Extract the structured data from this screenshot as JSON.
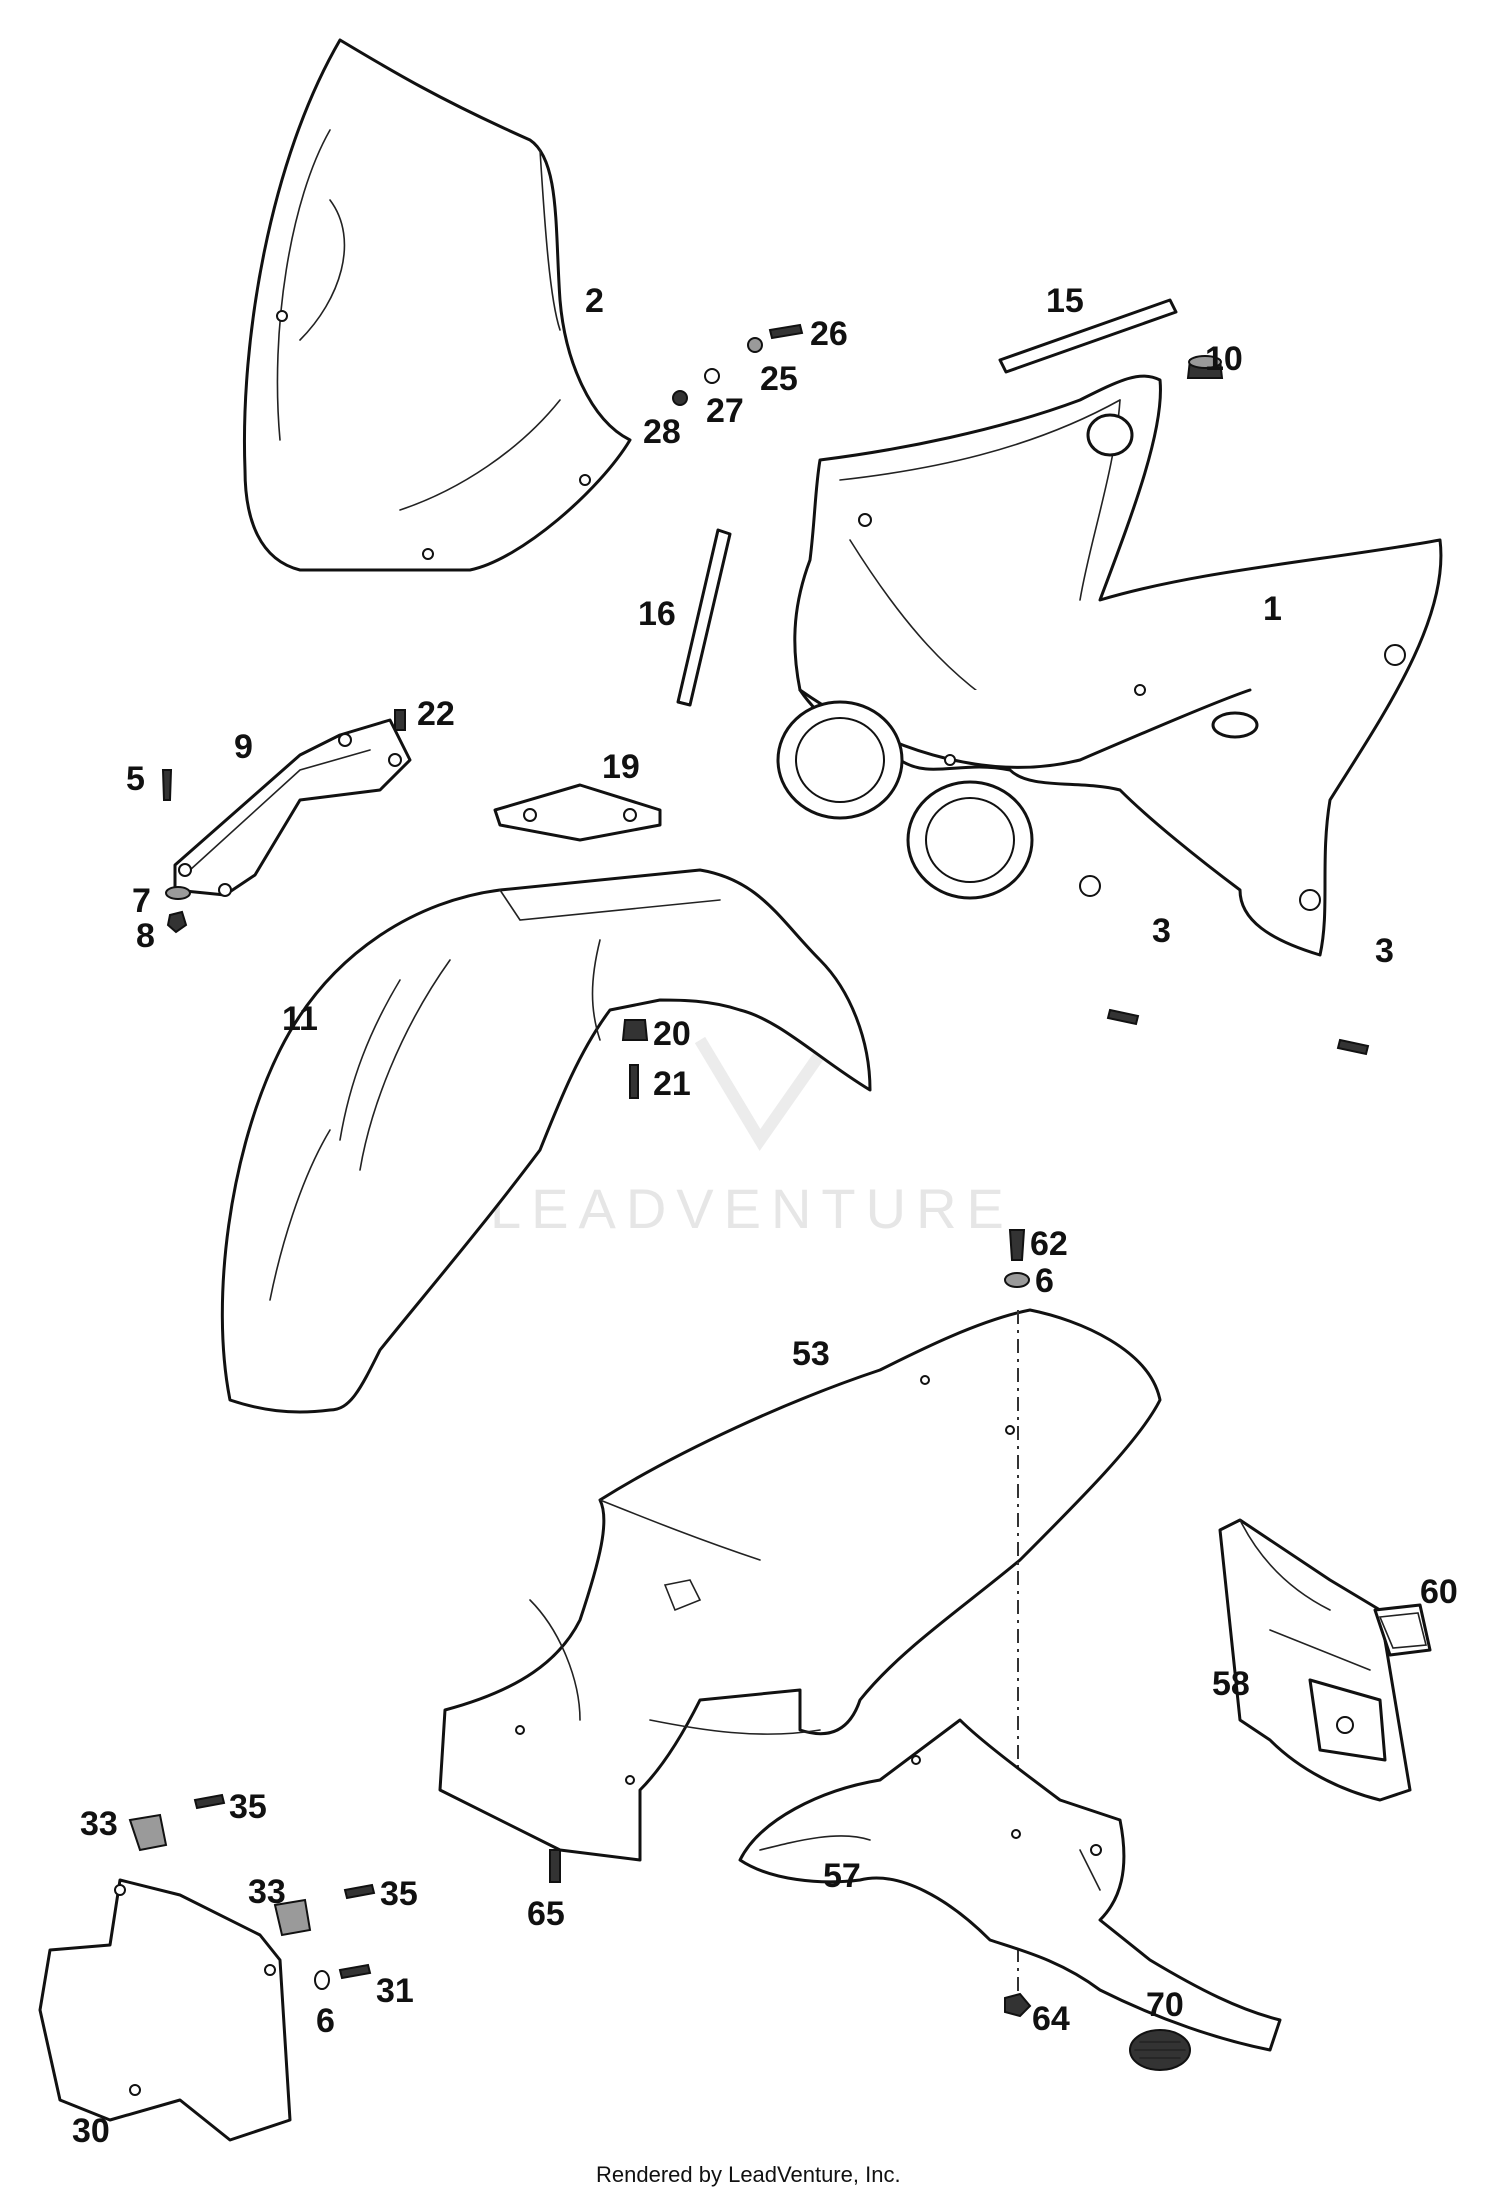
{
  "callouts": {
    "c1": "1",
    "c2": "2",
    "c3a": "3",
    "c3b": "3",
    "c5": "5",
    "c6a": "6",
    "c6b": "6",
    "c7": "7",
    "c8": "8",
    "c9": "9",
    "c10": "10",
    "c11": "11",
    "c15": "15",
    "c16": "16",
    "c19": "19",
    "c20": "20",
    "c21": "21",
    "c22": "22",
    "c25": "25",
    "c26": "26",
    "c27": "27",
    "c28": "28",
    "c30": "30",
    "c31": "31",
    "c33a": "33",
    "c33b": "33",
    "c35a": "35",
    "c35b": "35",
    "c53": "53",
    "c57": "57",
    "c58": "58",
    "c60": "60",
    "c62": "62",
    "c64": "64",
    "c65": "65",
    "c70": "70"
  },
  "watermark": {
    "text": "LEADVENTURE"
  },
  "footer": {
    "text": "Rendered by LeadVenture, Inc."
  }
}
